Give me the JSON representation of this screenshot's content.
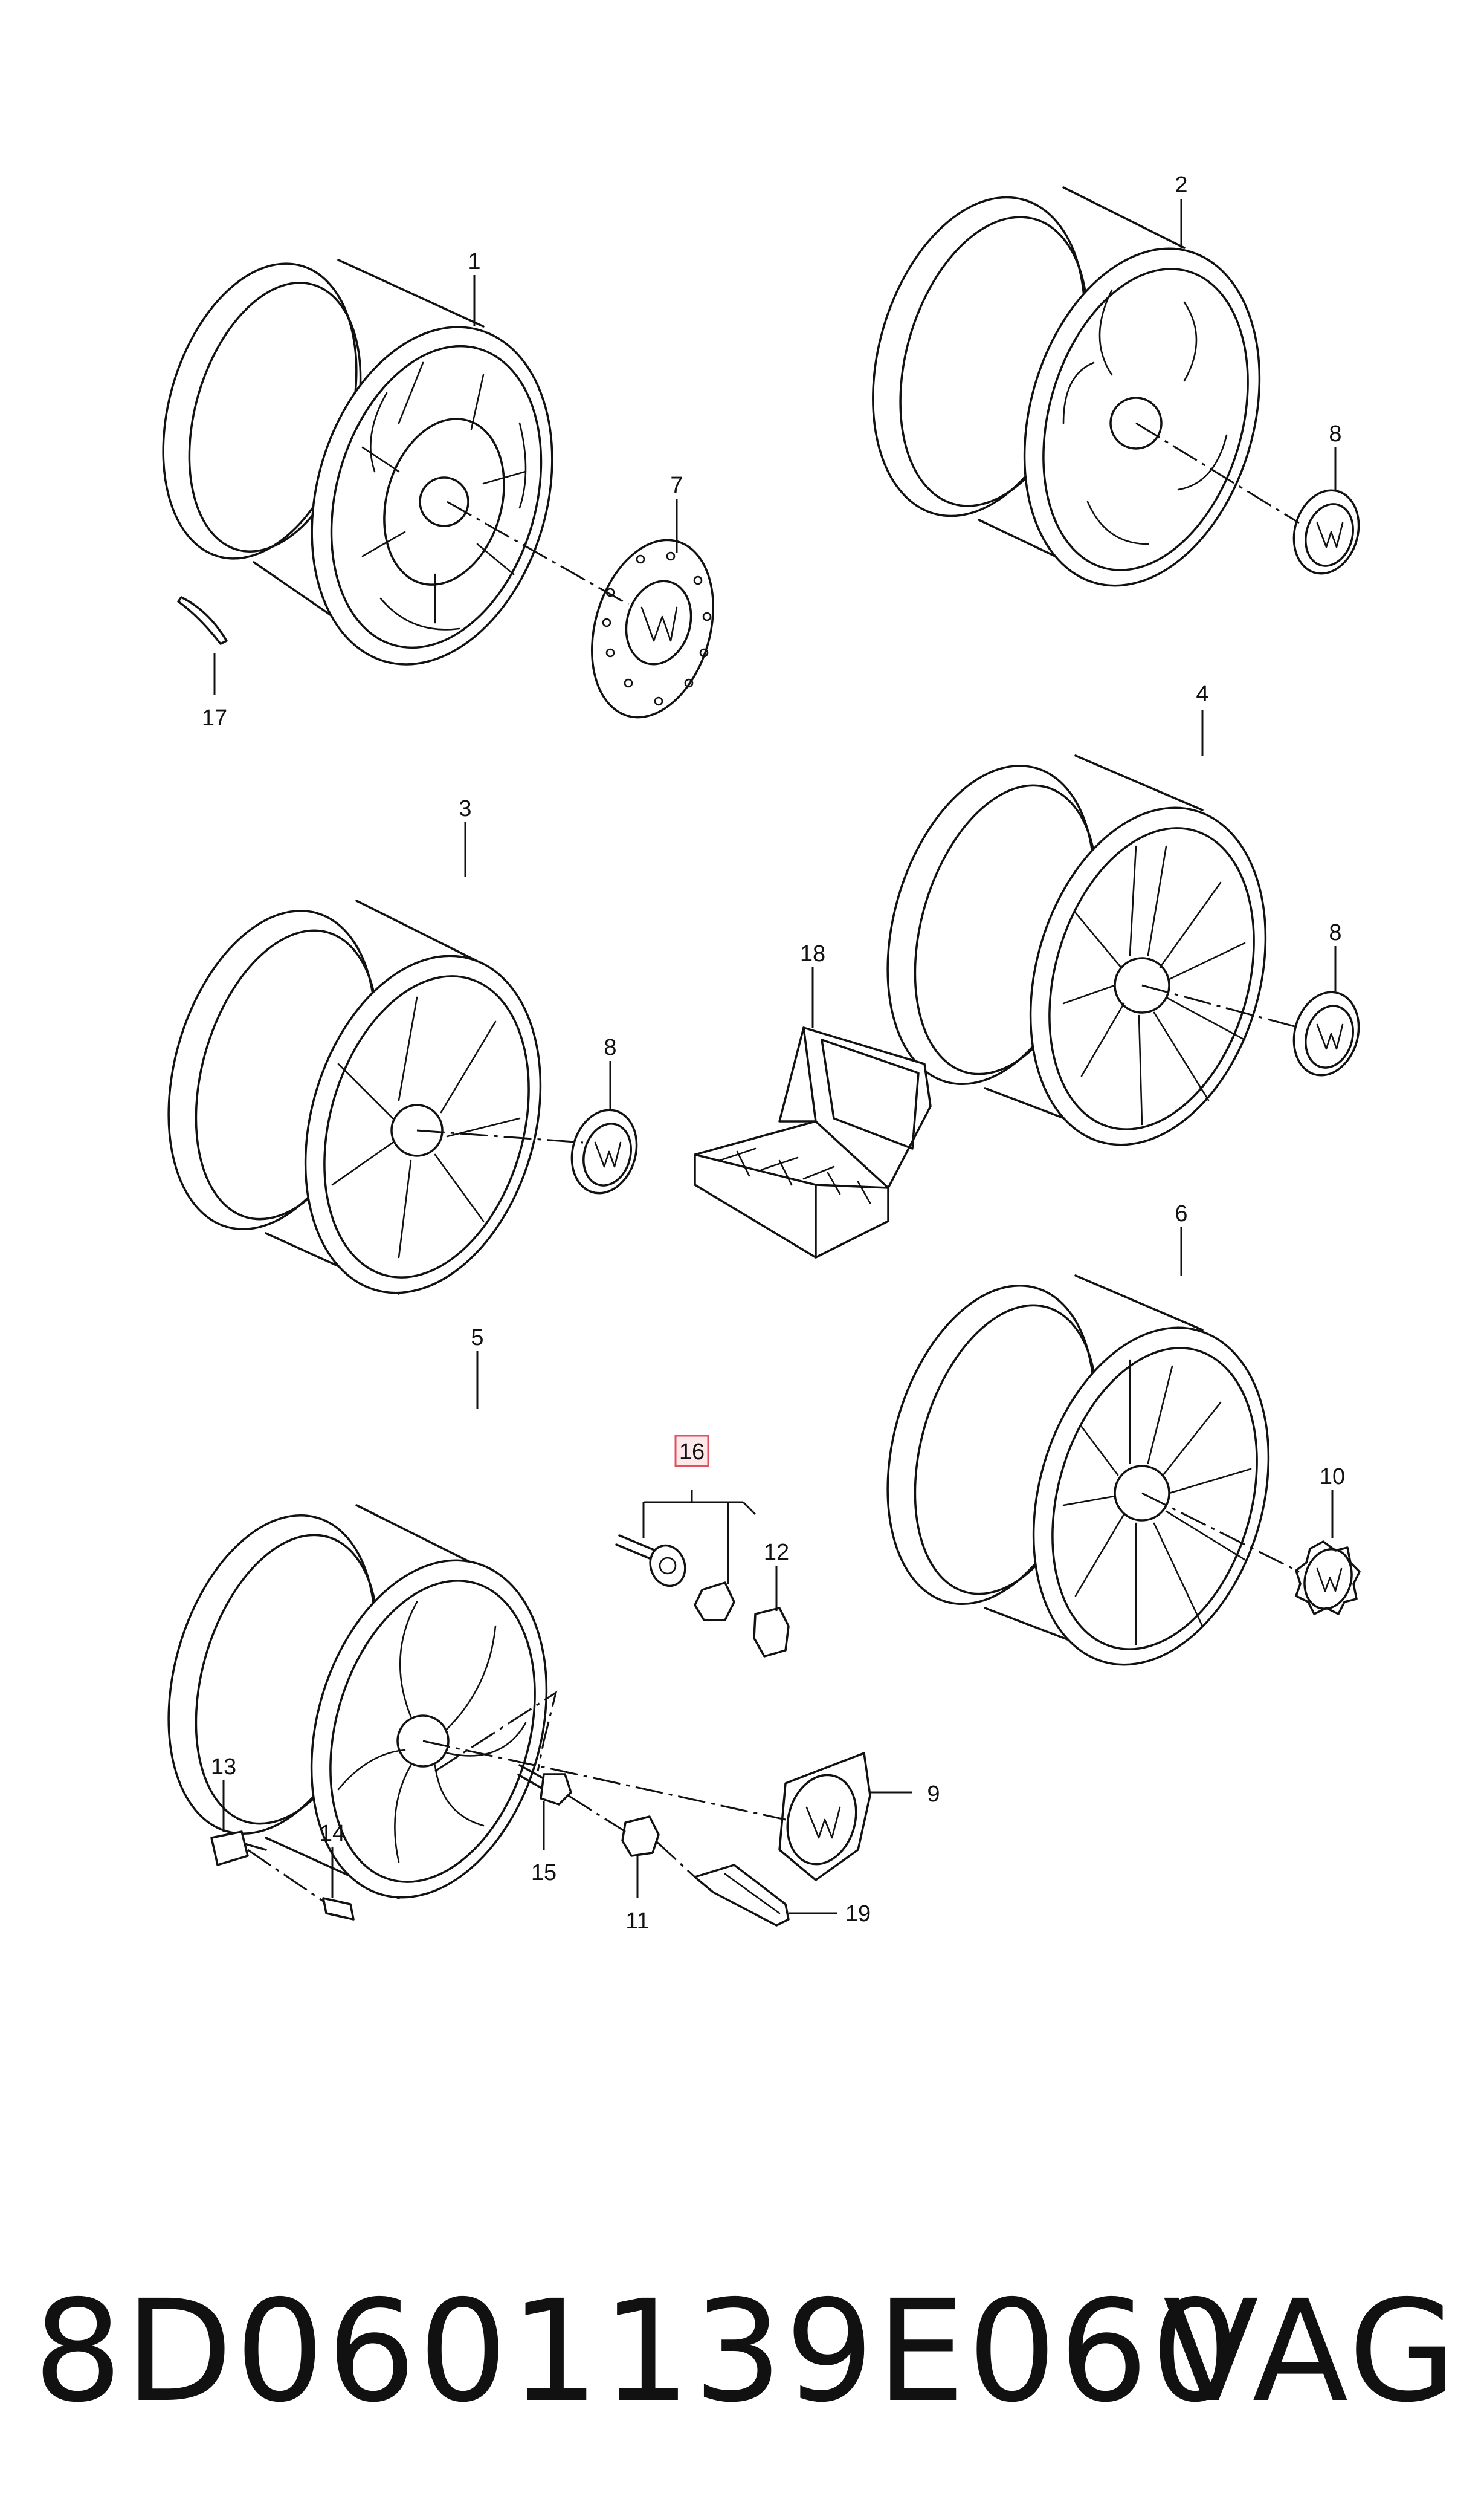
{
  "callouts": {
    "c1": "1",
    "c2": "2",
    "c3": "3",
    "c4": "4",
    "c5": "5",
    "c6": "6",
    "c7": "7",
    "c8a": "8",
    "c8b": "8",
    "c8c": "8",
    "c9": "9",
    "c10": "10",
    "c11": "11",
    "c12": "12",
    "c13": "13",
    "c14": "14",
    "c15": "15",
    "c16": "16",
    "c17": "17",
    "c18": "18",
    "c19": "19"
  },
  "highlight_color": "#e0505e",
  "footer": {
    "part_number": "8D0601139E060",
    "brand": "VAG"
  }
}
